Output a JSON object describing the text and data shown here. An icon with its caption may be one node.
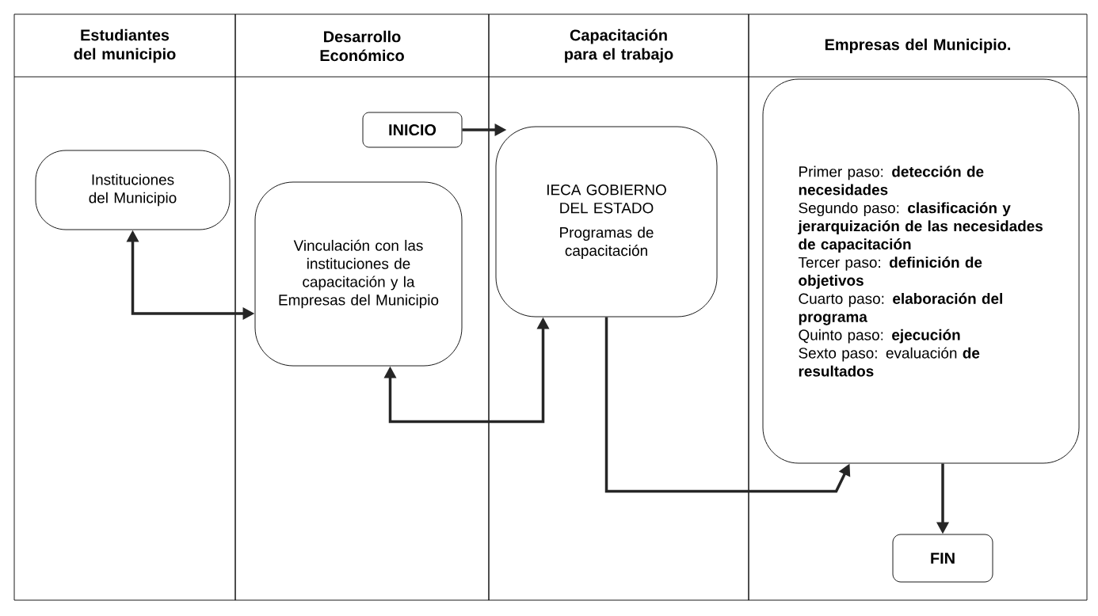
{
  "diagram": {
    "nodes": [
      {
        "text": [
          "Estudiantes del municipio"
        ]
      },
      {
        "text": [
          "Desarrollo Económico"
        ]
      },
      {
        "text": [
          "Capacitación para el trabajo"
        ]
      },
      {
        "text": [
          "Empresas del Municipio."
        ]
      },
      {
        "text": [
          "Instituciones del Municipio"
        ],
        "in": 0
      },
      {
        "text": [
          "INICIO"
        ],
        "in": 1
      },
      {
        "text": [
          "Vinculación con las instituciones de capacitación y la Empresas del Municipio"
        ],
        "in": 1
      },
      {
        "text": [
          "IECA GOBIERNO DEL ESTADO",
          "Programas de capacitación"
        ],
        "in": 2
      },
      {
        "text": [
          "Primer paso: **detección de necesidades**",
          "Segundo paso: **clasificación y jerarquización de las necesidades de capacitación**",
          "Tercer paso: **definición de objetivos**",
          "Cuarto paso: **elaboración del programa**",
          "Quinto paso: **ejecución**",
          "Sexto paso: evaluación **de resultados**"
        ],
        "in": 3
      },
      {
        "text": [
          "FIN"
        ],
        "in": 3
      }
    ],
    "edges": [
      {
        "from": 4,
        "to": 6,
        "arrow": "both"
      },
      {
        "from": 5,
        "to": 7,
        "arrow": "to"
      },
      {
        "from": 6,
        "to": 7,
        "arrow": "both"
      },
      {
        "from": 7,
        "to": 8,
        "arrow": "to"
      },
      {
        "from": 8,
        "to": 9,
        "arrow": "to"
      }
    ]
  }
}
